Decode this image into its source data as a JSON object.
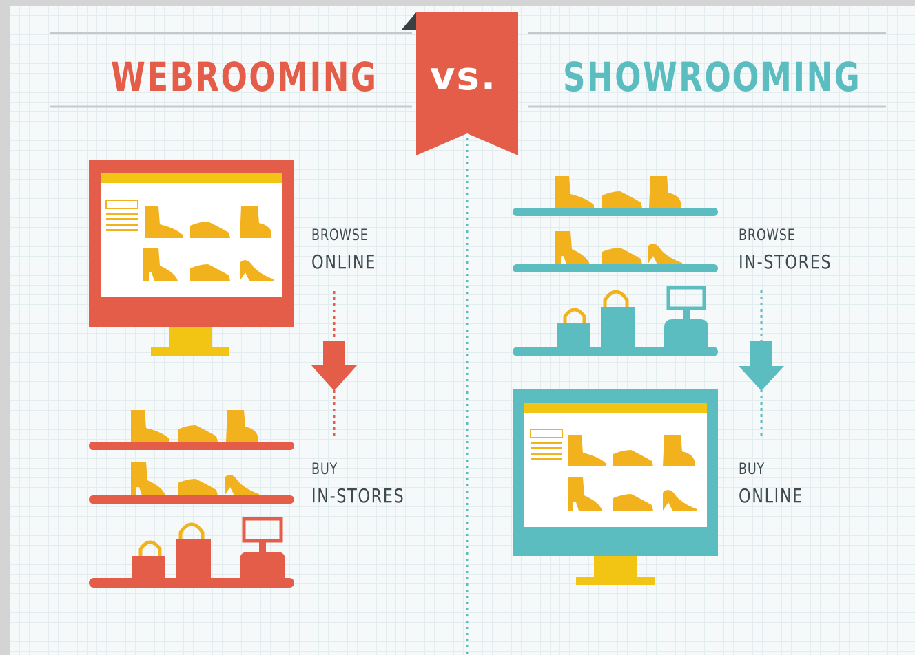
{
  "header": {
    "left_title": "WEBROOMING",
    "center_badge": "vs.",
    "right_title": "SHOWROOMING"
  },
  "webrooming": {
    "step1_verb": "BROWSE",
    "step1_channel": "ONLINE",
    "step2_verb": "BUY",
    "step2_channel": "IN-STORES"
  },
  "showrooming": {
    "step1_verb": "BROWSE",
    "step1_channel": "IN-STORES",
    "step2_verb": "BUY",
    "step2_channel": "ONLINE"
  },
  "icons": {
    "online": "computer-monitor-icon",
    "store": "store-shelves-icon",
    "direction": "down-arrow-icon"
  },
  "colors": {
    "webrooming": "#e45d48",
    "showrooming": "#5bbdbf",
    "product": "#f2b21d",
    "text": "#3f4a4e",
    "divider": "#5bbdbf"
  }
}
